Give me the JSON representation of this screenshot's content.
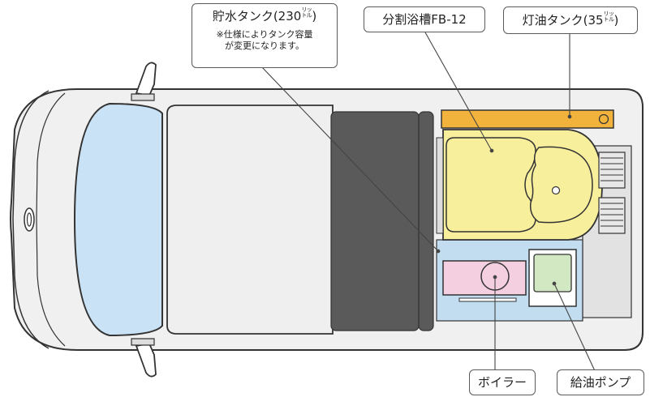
{
  "labels": {
    "water_tank": {
      "name": "貯水タンク(230",
      "unit_top": "リッ",
      "unit_bottom": "トル",
      "close": ")",
      "note_line1": "※仕様によりタンク容量",
      "note_line2": "が変更になります。"
    },
    "bathtub": {
      "name": "分割浴槽FB-12"
    },
    "kerosene_tank": {
      "name": "灯油タンク(35",
      "unit_top": "リッ",
      "unit_bottom": "トル",
      "close": ")"
    },
    "boiler": {
      "name": "ボイラー"
    },
    "fuel_pump": {
      "name": "給油ポンプ"
    }
  },
  "colors": {
    "outline": "#333333",
    "body_fill": "#f0f0f0",
    "windshield": "#c9e2f5",
    "seat": "#5a5a5a",
    "kerosene_tank": "#f2b33d",
    "bathtub": "#f8ef9d",
    "floor_blue": "#c2dcf0",
    "boiler": "#f3cfe0",
    "pump": "#d2e8c2",
    "equipment_gray": "#e2e2e2",
    "leader_line": "#444444"
  }
}
